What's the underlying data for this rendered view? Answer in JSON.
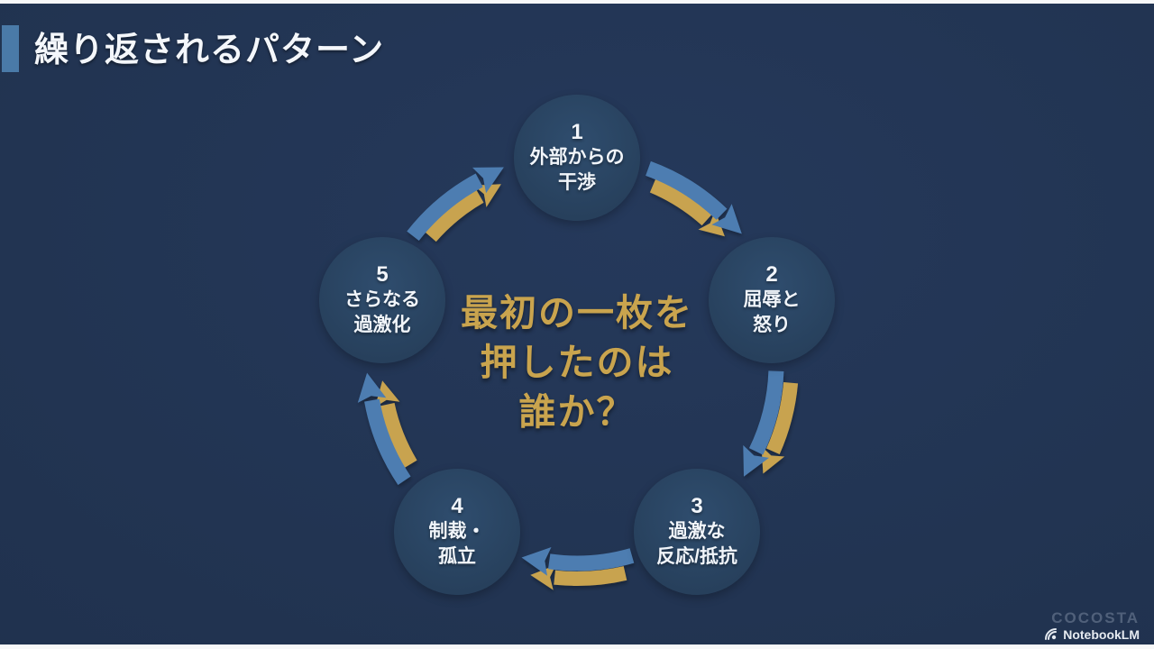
{
  "slide": {
    "title": "繰り返されるパターン",
    "center_lines": [
      "最初の一枚を",
      "押したのは",
      "誰か？"
    ],
    "nodes": [
      {
        "num": "1",
        "line1": "外部からの",
        "line2": "干渉"
      },
      {
        "num": "2",
        "line1": "屈辱と",
        "line2": "怒り"
      },
      {
        "num": "3",
        "line1": "過激な",
        "line2": "反応/抵抗"
      },
      {
        "num": "4",
        "line1": "制裁・",
        "line2": "孤立"
      },
      {
        "num": "5",
        "line1": "さらなる",
        "line2": "過激化"
      }
    ]
  },
  "diagram": {
    "type": "cycle",
    "direction": "clockwise",
    "blue_color": "#4d7db1",
    "gold_color": "#c8a350",
    "node_fill": "#28435f",
    "background_color": "#213350",
    "center_accent_color": "#c9a44e"
  },
  "footer": {
    "brand": "COCOSTA",
    "credit": "NotebookLM"
  }
}
